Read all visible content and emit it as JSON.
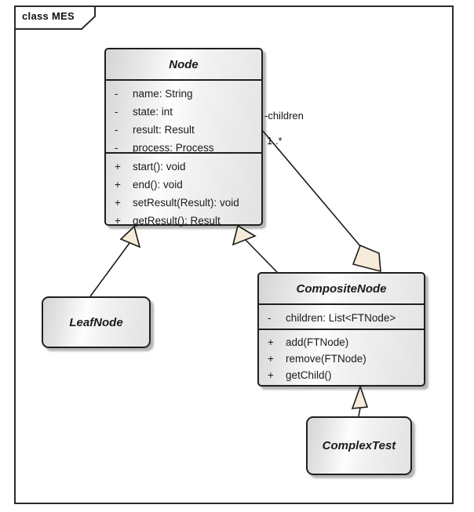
{
  "frame": {
    "label": "class MES"
  },
  "classes": {
    "node": {
      "name": "Node",
      "attributes": [
        {
          "vis": "-",
          "text": "name: String"
        },
        {
          "vis": "-",
          "text": "state: int"
        },
        {
          "vis": "-",
          "text": "result: Result"
        },
        {
          "vis": "-",
          "text": "process: Process"
        }
      ],
      "methods": [
        {
          "vis": "+",
          "text": "start(): void"
        },
        {
          "vis": "+",
          "text": "end(): void"
        },
        {
          "vis": "+",
          "text": "setResult(Result): void"
        },
        {
          "vis": "+",
          "text": "getResult(): Result"
        }
      ]
    },
    "leafnode": {
      "name": "LeafNode"
    },
    "compositenode": {
      "name": "CompositeNode",
      "attributes": [
        {
          "vis": "-",
          "text": "children: List<FTNode>"
        }
      ],
      "methods": [
        {
          "vis": "+",
          "text": "add(FTNode)"
        },
        {
          "vis": "+",
          "text": "remove(FTNode)"
        },
        {
          "vis": "+",
          "text": "getChild()"
        }
      ]
    },
    "complextest": {
      "name": "ComplexTest"
    }
  },
  "association": {
    "role": "-children",
    "multiplicity": "1..*"
  },
  "colors": {
    "line": "#1a1a1a",
    "arrow_fill": "#f7ecd9",
    "box_border": "#1f1f1f",
    "shadow": "#b6b6b6"
  }
}
